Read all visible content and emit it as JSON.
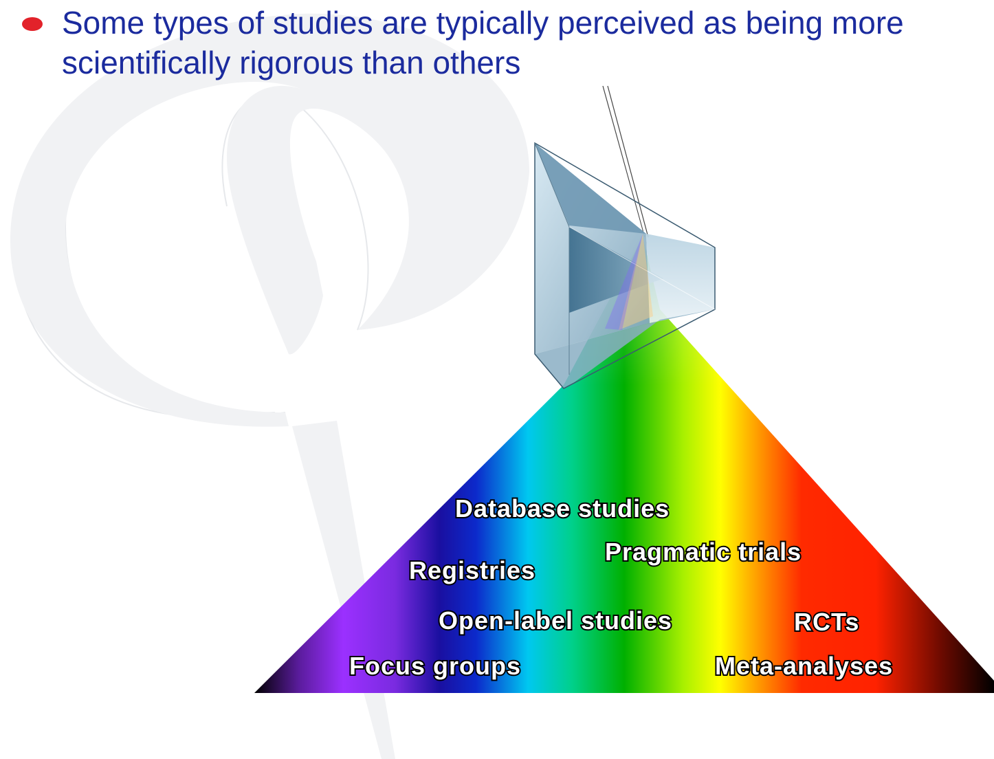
{
  "slide": {
    "bullet_lines": [
      "Some types of studies are typically perceived as being more",
      "scientifically rigorous than others"
    ]
  },
  "diagram": {
    "labels": [
      "Database studies",
      "Pragmatic trials",
      "Registries",
      "Open-label studies",
      "RCTs",
      "Focus groups",
      "Meta-analyses"
    ]
  },
  "colors": {
    "bullet_text": "#1b2b9e",
    "bullet_dot": "#e2222a",
    "watermark": "#eef0f2"
  },
  "icons": {
    "bullet": "red-oval-bullet",
    "watermark": "stylized-phi-logo",
    "prism": "glass-prism-illustration"
  }
}
